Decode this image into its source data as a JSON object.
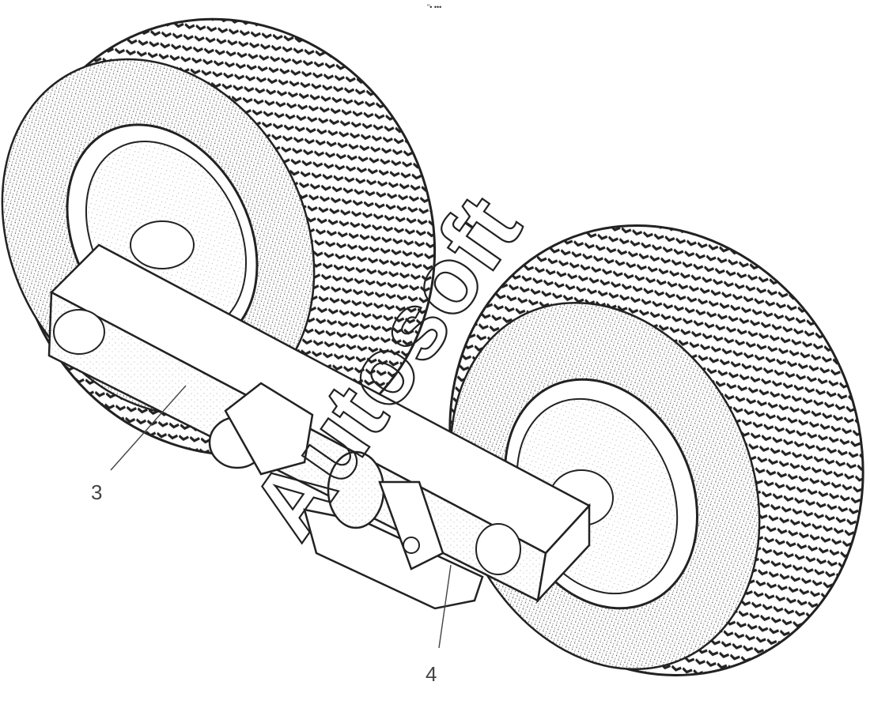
{
  "diagram": {
    "top_mark": "\"• •••",
    "callouts": [
      {
        "id": "3",
        "label": "3"
      },
      {
        "id": "4",
        "label": "4"
      }
    ],
    "watermark": "Autosoft",
    "colors": {
      "ink": "#222222",
      "label": "#444444",
      "paper": "#ffffff"
    }
  }
}
